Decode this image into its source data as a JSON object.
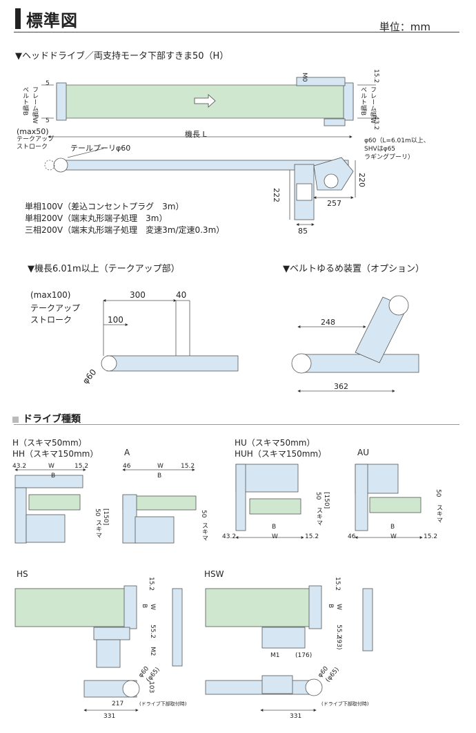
{
  "header": {
    "title": "標準図",
    "unit": "単位：mm"
  },
  "head_drive": {
    "heading": "▼ヘッドドライブ／両支持モータ下部すきま50（H）",
    "left_labels": {
      "belt_width": "ベルト幅B",
      "frame_width": "フレーム幅W",
      "five_top": "5",
      "five_bottom": "5"
    },
    "right_labels": {
      "belt_width": "ベルト幅B",
      "frame_width": "フレーム幅W",
      "m0": "M0",
      "d152": "15.2",
      "d432": "43.2"
    },
    "max50": "(max50)",
    "takeup": "テークアップ\nストローク",
    "length": "機長 L",
    "tail_pulley": "テールプーリφ60",
    "lagging_note": "φ60（L=6.01m以上、\nSHVはφ65\nラギングプーリ）",
    "d222": "222",
    "d220": "220",
    "d257": "257",
    "d85": "85",
    "power_specs": [
      "単相100V（差込コンセントプラグ　3m）",
      "単相200V（端末丸形端子処理　3m）",
      "三相200V（端末丸形端子処理　変速3m/定速0.3m）"
    ]
  },
  "takeup_section": {
    "heading": "▼機長6.01m以上（テークアップ部）",
    "max100": "(max100)",
    "takeup": "テークアップ\nストローク",
    "d300": "300",
    "d40": "40",
    "d100": "100",
    "phi60": "φ60"
  },
  "belt_slack": {
    "heading": "▼ベルトゆるめ装置（オプション）",
    "d248": "248",
    "d362": "362"
  },
  "drive_types": {
    "heading": "ドライブ種類",
    "h": {
      "name": "H（スキマ50mm）",
      "name2": "HH（スキマ150mm）",
      "d432": "43.2",
      "w": "W",
      "d152": "15.2",
      "b": "B",
      "suki": "スキマ",
      "d50": "50",
      "d150": "[150]"
    },
    "a": {
      "name": "A",
      "d46": "46",
      "w": "W",
      "d152": "15.2",
      "b": "B",
      "suki": "スキマ",
      "d50": "50"
    },
    "hu": {
      "name": "HU（スキマ50mm）",
      "name2": "HUH（スキマ150mm）",
      "d432": "43.2",
      "w": "W",
      "d152": "15.2",
      "b": "B",
      "suki": "スキマ",
      "d50": "50",
      "d150": "[150]"
    },
    "au": {
      "name": "AU",
      "d46": "46",
      "w": "W",
      "d152": "15.2",
      "b": "B",
      "suki": "スキマ",
      "d50": "50"
    },
    "hs": {
      "name": "HS",
      "d152": "15.2",
      "b": "B",
      "w": "W",
      "d55": "55.2",
      "m2": "M2",
      "d103": "103",
      "phi60": "φ60",
      "phi65": "(φ65)",
      "d217": "217",
      "d331": "331",
      "note": "(ドライブ下部取付時)"
    },
    "hsw": {
      "name": "HSW",
      "d152": "15.2",
      "b": "B",
      "w": "W",
      "d55": "55.2",
      "d93": "(93)",
      "m1": "M1",
      "d176": "(176)",
      "phi60": "φ60",
      "phi65": "(φ65)",
      "d331": "331",
      "note": "(ドライブ下部取付時)"
    }
  }
}
